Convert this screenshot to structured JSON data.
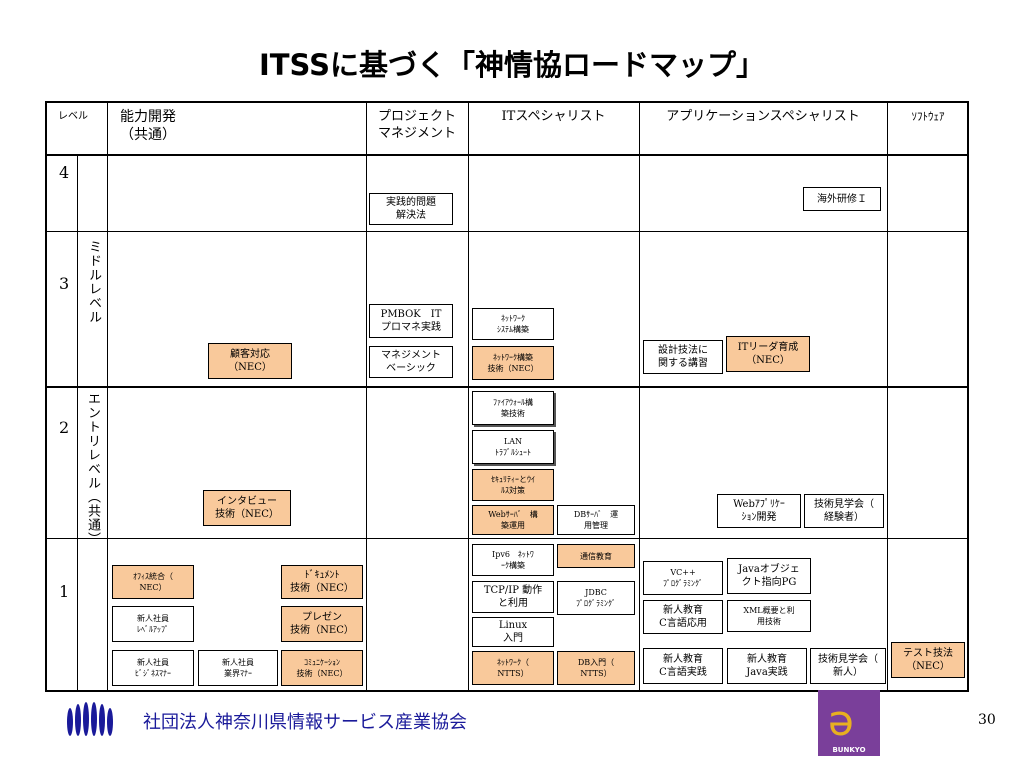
{
  "title": "ITSSに基づく「神情協ロードマップ」",
  "headers": {
    "level": "レベル",
    "common": "能力開発\n（共通）",
    "pm": "プロジェクト\nマネジメント",
    "it": "ITスペシャリスト",
    "app": "アプリケーションスペシャリスト",
    "soft": "ｿﾌﾄｳｪｱ"
  },
  "levels": {
    "l4": "4",
    "l3": "3",
    "l2": "2",
    "l1": "1"
  },
  "bands": {
    "middle": "ミドルレベル",
    "entry": "エントリレベル（共通）"
  },
  "courses": {
    "jissen": "実践的問題\n解決法",
    "kaigai": "海外研修Ｉ",
    "pmbok": "PMBOK　IT\nプロマネ実践",
    "network_sys": "ﾈｯﾄﾜｰｸ\nｼｽﾃﾑ構築",
    "kokyaku": "顧客対応\n（NEC）",
    "manage_basic": "マネジメント\nベーシック",
    "network_tech": "ﾈｯﾄﾜｰｸ構築\n技術（NEC）",
    "sekkei": "設計技法に\n関する講習",
    "itleader": "ITリーダ育成\n（NEC）",
    "firewall": "ﾌｧｲｱｳｫｰﾙ構\n築技術",
    "lan": "LAN\nﾄﾗﾌﾞﾙｼｭｰﾄ",
    "security": "ｾｷｭﾘﾃｨｰとｳｲ\nﾙｽ対策",
    "interview": "インタビュー\n技術（NEC）",
    "webserver": "Webｻｰﾊﾞ　構\n築運用",
    "dbserver": "DBｻｰﾊﾞ　運\n用管理",
    "webapp": "Webｱﾌﾟﾘｹｰ\nｼｮﾝ開発",
    "kengaku_exp": "技術見学会（\n経験者）",
    "ipv6": "Ipv6　ﾈｯﾄﾜ\nｰｸ構築",
    "tsushin": "通信教育",
    "vcpp": "VC++\nﾌﾟﾛｸﾞﾗﾐﾝｸﾞ",
    "java_oo": "Javaオブジェ\nクト指向PG",
    "office": "ｵﾌｨｽ統合（\nNEC）",
    "document": "ﾄﾞｷｭﾒﾝﾄ\n技術（NEC）",
    "tcpip": "TCP/IP 動作\nと利用",
    "jdbc": "JDBC\nﾌﾟﾛｸﾞﾗﾐﾝｸﾞ",
    "shinjin_c": "新人教育\nC言語応用",
    "xml": "XML概要と利\n用技術",
    "shinjin_level": "新人社員\nﾚﾍﾞﾙｱｯﾌﾟ",
    "presen": "プレゼン\n技術（NEC）",
    "linux": "Linux\n入門",
    "shinjin_biz": "新人社員\nﾋﾞｼﾞﾈｽﾏﾅｰ",
    "shinjin_gyokai": "新人社員\n業界ﾏﾅｰ",
    "comm": "ｺﾐｭﾆｹｰｼｮﾝ\n技術（NEC）",
    "network_ntts": "ﾈｯﾄﾜｰｸ（\nNTTS）",
    "db_ntts": "DB入門（\nNTTS）",
    "shinjin_c_jissen": "新人教育\nC言語実践",
    "shinjin_java": "新人教育\nJava実践",
    "kengaku_new": "技術見学会（\n新人）",
    "test": "テスト技法\n（NEC）"
  },
  "footer": {
    "org": "社団法人神奈川県情報サービス産業協会",
    "page": "30",
    "brand": "BUNKYO"
  },
  "colors": {
    "orange": "#f9c99b",
    "navy": "#1a1a9a",
    "purple": "#7a3f9a"
  }
}
